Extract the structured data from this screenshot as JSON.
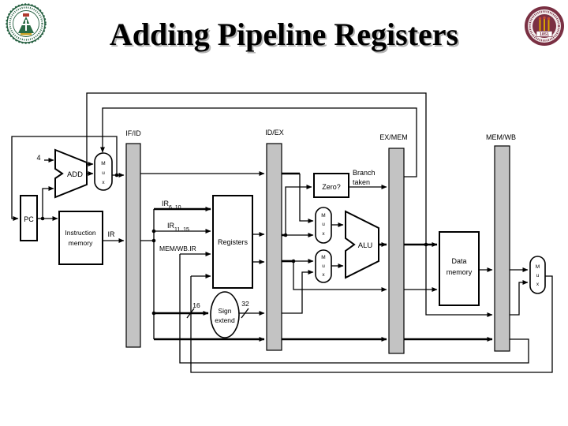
{
  "slide": {
    "title": "Adding Pipeline Registers"
  },
  "logos": {
    "left_seal_name": "university-seal",
    "right_seal_name": "florida-state-university-seal",
    "right_year": "1851"
  },
  "colors": {
    "bar_fill": "#c3c3c3",
    "wire": "#000000",
    "seal_green": "#235e3f",
    "seal_garnet": "#7a3043",
    "seal_gold": "#d8a200"
  },
  "diagram": {
    "pipeline_registers": {
      "ifid": "IF/ID",
      "idex": "ID/EX",
      "exmem": "EX/MEM",
      "memwb": "MEM/WB"
    },
    "blocks": {
      "pc": "PC",
      "add": "ADD",
      "imem_l1": "Instruction",
      "imem_l2": "memory",
      "regs": "Registers",
      "sign_l1": "Sign",
      "sign_l2": "extend",
      "zero": "Zero?",
      "alu": "ALU",
      "dmem_l1": "Data",
      "dmem_l2": "memory"
    },
    "mux": {
      "l1": "M",
      "l2": "u",
      "l3": "x"
    },
    "labels": {
      "four": "4",
      "ir": "IR",
      "ir_hi_base": "IR",
      "ir_hi_sub": "6..10",
      "ir_lo_base": "IR",
      "ir_lo_sub": "11..15",
      "memwb_ir": "MEM/WB.IR",
      "bus_in": "16",
      "bus_out": "32",
      "branch_l1": "Branch",
      "branch_l2": "taken"
    }
  }
}
